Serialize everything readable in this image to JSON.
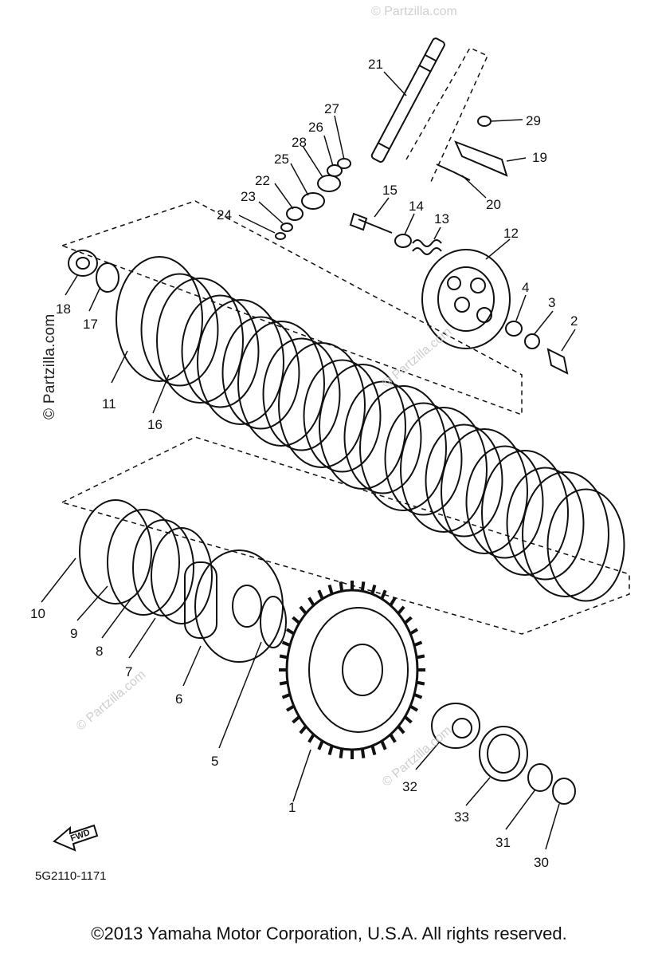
{
  "watermark": "© Partzilla.com",
  "diagram_code": "5G2110-1171",
  "copyright": "©2013  Yamaha Motor Corporation, U.S.A. All rights reserved.",
  "direction_arrow": "FWD",
  "part_numbers": [
    "1",
    "2",
    "3",
    "4",
    "5",
    "6",
    "7",
    "8",
    "9",
    "10",
    "11",
    "12",
    "13",
    "14",
    "15",
    "16",
    "17",
    "18",
    "19",
    "20",
    "21",
    "22",
    "23",
    "24",
    "25",
    "26",
    "27",
    "28",
    "29",
    "30",
    "31",
    "32",
    "33"
  ],
  "colors": {
    "line": "#111111",
    "watermark": "#cfcfcf",
    "background": "#ffffff"
  }
}
